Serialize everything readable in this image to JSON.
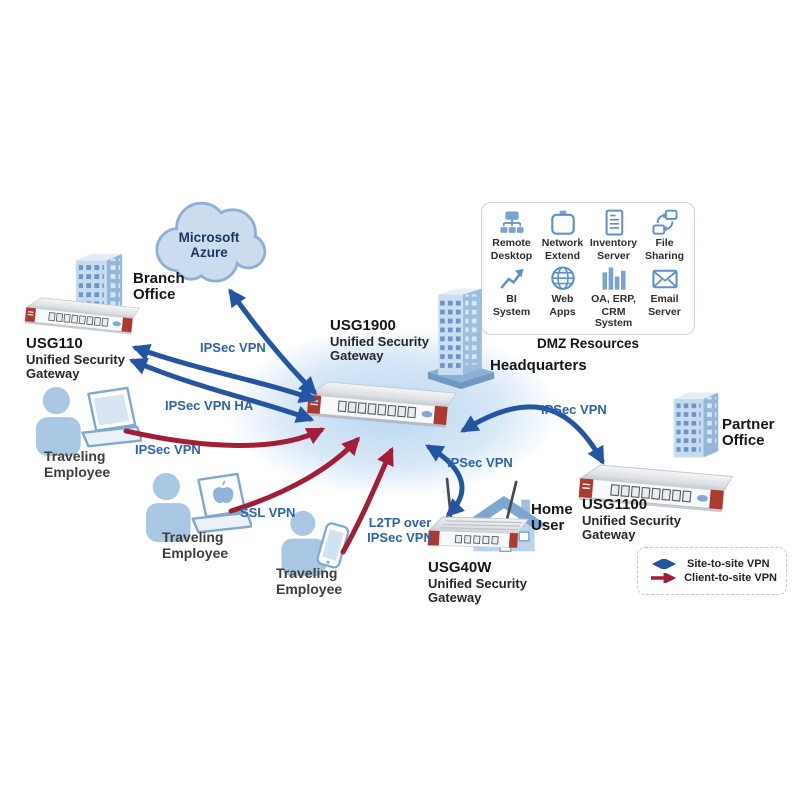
{
  "diagram": {
    "cloud": {
      "icon": "cloud-icon",
      "line1": "Microsoft",
      "line2": "Azure"
    },
    "locations": {
      "branch": {
        "icon": "office-building-icon",
        "line1": "Branch",
        "line2": "Office"
      },
      "headquarters": {
        "icon": "skyscraper-icon",
        "label": "Headquarters"
      },
      "partner": {
        "icon": "office-building-icon",
        "line1": "Partner",
        "line2": "Office"
      },
      "home": {
        "icon": "house-icon",
        "line1": "Home",
        "line2": "User"
      }
    },
    "devices": {
      "usg110": {
        "icon": "firewall-appliance-icon",
        "model": "USG110",
        "desc1": "Unified Security",
        "desc2": "Gateway"
      },
      "usg1900": {
        "icon": "firewall-appliance-icon",
        "model": "USG1900",
        "desc1": "Unified Security",
        "desc2": "Gateway"
      },
      "usg1100": {
        "icon": "firewall-appliance-icon",
        "model": "USG1100",
        "desc1": "Unified Security",
        "desc2": "Gateway"
      },
      "usg40w": {
        "icon": "wireless-firewall-icon",
        "model": "USG40W",
        "desc1": "Unified Security",
        "desc2": "Gateway"
      }
    },
    "employee_label": {
      "laptop_icon": "person-laptop-icon",
      "phone_icon": "person-phone-icon",
      "line1": "Traveling",
      "line2": "Employee"
    },
    "connections": {
      "azure": "IPSec VPN",
      "branch_ha": "IPSec VPN HA",
      "employee1": "IPSec VPN",
      "employee2": "SSL VPN",
      "employee3_line1": "L2TP over",
      "employee3_line2": "IPSec VPN",
      "home": "IPSec VPN",
      "partner": "IPSec VPN"
    },
    "dmz": {
      "title": "DMZ Resources",
      "items": [
        {
          "icon": "remote-desktop-icon",
          "line1": "Remote",
          "line2": "Desktop"
        },
        {
          "icon": "network-extend-icon",
          "line1": "Network",
          "line2": "Extend"
        },
        {
          "icon": "inventory-server-icon",
          "line1": "Inventory",
          "line2": "Server"
        },
        {
          "icon": "file-sharing-icon",
          "line1": "File",
          "line2": "Sharing"
        },
        {
          "icon": "bi-system-icon",
          "line1": "BI",
          "line2": "System"
        },
        {
          "icon": "web-apps-icon",
          "line1": "Web",
          "line2": "Apps"
        },
        {
          "icon": "oa-erp-crm-icon",
          "line1": "OA, ERP,",
          "line2": "CRM System"
        },
        {
          "icon": "email-server-icon",
          "line1": "Email",
          "line2": "Server"
        }
      ]
    },
    "legend": {
      "site_label": "Site-to-site VPN",
      "client_label": "Client-to-site VPN"
    },
    "colors": {
      "site_vpn_blue": "#2355A3",
      "client_vpn_red": "#A21E36",
      "vpn_label_blue": "#2B62AC",
      "device_accent_red": "#AC3A2F",
      "icon_blue": "#5E8FC8",
      "node_fill_blue": "#A9C6E3"
    }
  }
}
